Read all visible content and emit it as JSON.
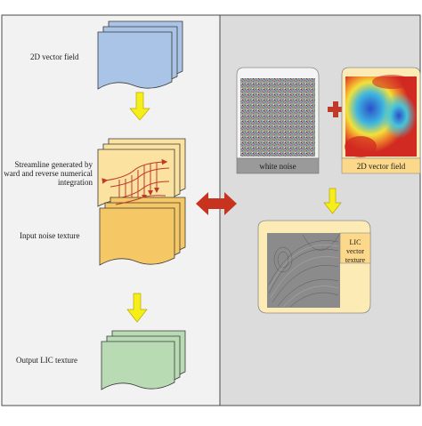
{
  "left_panel": {
    "label_vector_field": "2D vector field",
    "label_streamline": "Streamline generated by\nward and reverse numerical\nintegration",
    "label_noise": "Input noise texture",
    "label_output": "Output LIC texture"
  },
  "right_panel": {
    "label_white_noise": "white noise",
    "label_vector_field": "2D vector field",
    "label_lic": "LIC vector\ntexture"
  },
  "colors": {
    "left_bg": "#f2f2f2",
    "right_bg": "#dcdcdc",
    "blue_page": "#a9c4e6",
    "yellow_page": "#fbe2a0",
    "orange_page": "#f6c865",
    "green_page": "#b9dbb4",
    "arrow_yellow": "#f5ee18",
    "red": "#c0392b",
    "frame_yellow": "#fdebb6",
    "label_box": "#fcd88a"
  }
}
